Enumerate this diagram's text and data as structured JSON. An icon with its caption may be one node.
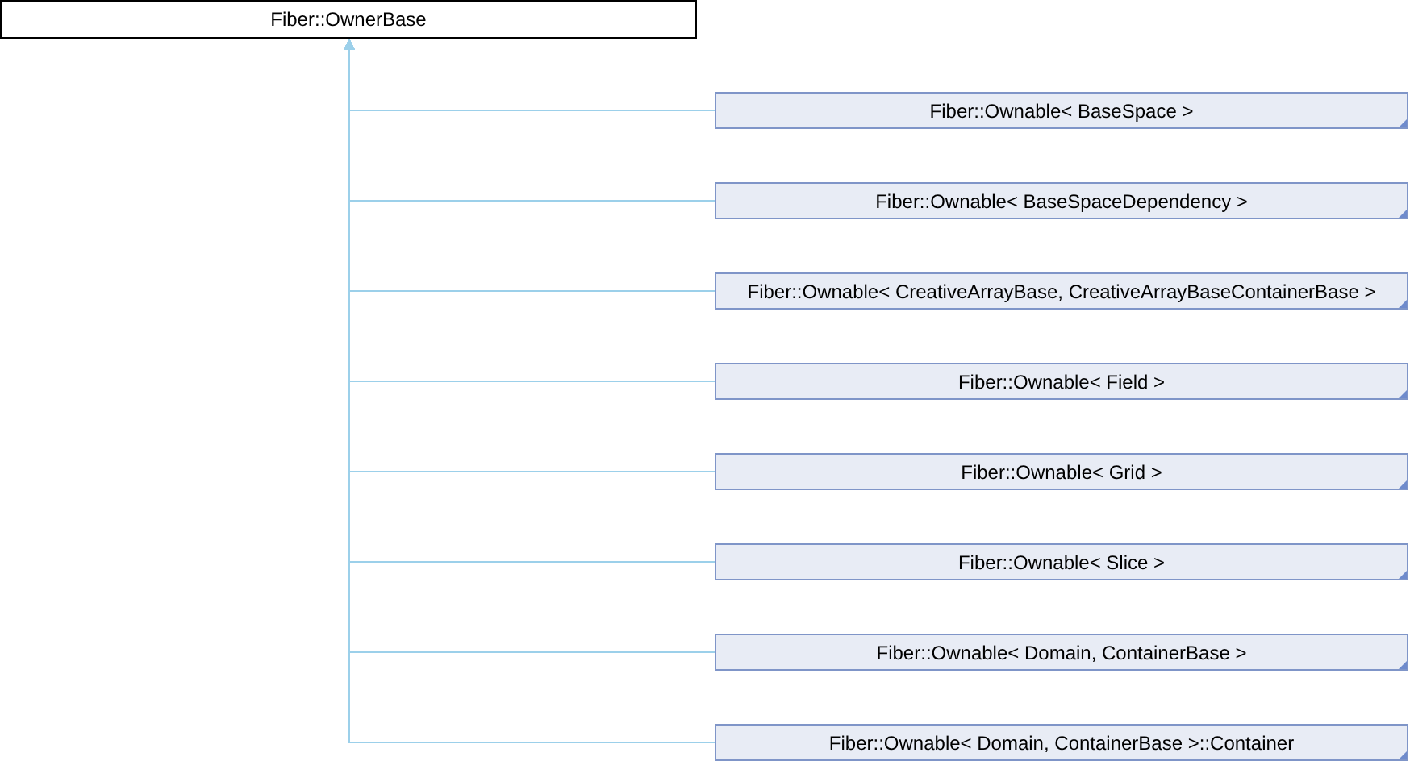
{
  "diagram": {
    "nodes": [
      {
        "text": [
          "Fiber::OwnerBase"
        ]
      },
      {
        "text": [
          "Fiber::Ownable< BaseSpace >"
        ]
      },
      {
        "text": [
          "Fiber::Ownable< BaseSpaceDependency >"
        ]
      },
      {
        "text": [
          "Fiber::Ownable< CreativeArrayBase, CreativeArrayBaseContainerBase >"
        ]
      },
      {
        "text": [
          "Fiber::Ownable< Field >"
        ]
      },
      {
        "text": [
          "Fiber::Ownable< Grid >"
        ]
      },
      {
        "text": [
          "Fiber::Ownable< Slice >"
        ]
      },
      {
        "text": [
          "Fiber::Ownable< Domain, ContainerBase >"
        ]
      },
      {
        "text": [
          "Fiber::Ownable< Domain, ContainerBase >::Container"
        ]
      }
    ],
    "edges": [
      {
        "from": 1,
        "to": 0,
        "arrow": "to"
      },
      {
        "from": 2,
        "to": 0,
        "arrow": "to"
      },
      {
        "from": 3,
        "to": 0,
        "arrow": "to"
      },
      {
        "from": 4,
        "to": 0,
        "arrow": "to"
      },
      {
        "from": 5,
        "to": 0,
        "arrow": "to"
      },
      {
        "from": 6,
        "to": 0,
        "arrow": "to"
      },
      {
        "from": 7,
        "to": 0,
        "arrow": "to"
      },
      {
        "from": 8,
        "to": 0,
        "arrow": "to"
      }
    ]
  }
}
